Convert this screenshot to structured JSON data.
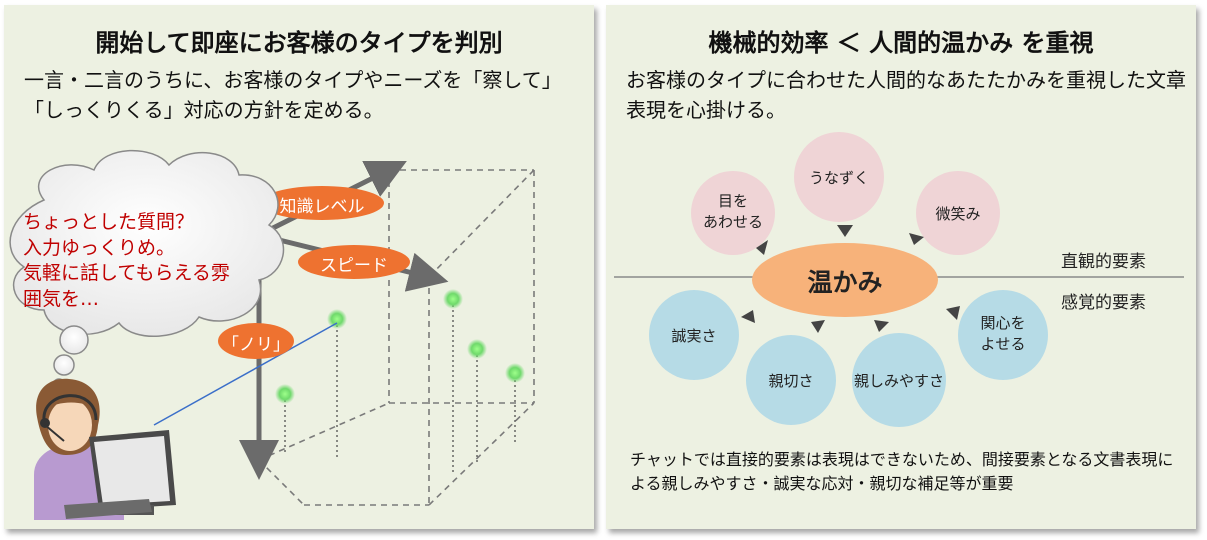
{
  "left": {
    "title": "開始して即座にお客様のタイプを判別",
    "description": "一言・二言のうちに、お客様のタイプやニーズを「察して」「しっくりくる」対応の方針を定める。",
    "thought_bubble": [
      "ちょっとした質問？",
      "入力ゆっくりめ。",
      "気軽に話してもらえる雰",
      "囲気を…"
    ],
    "axes": {
      "knowledge": "知識レベル",
      "speed": "スピード",
      "nori": "「ノリ」"
    }
  },
  "right": {
    "title": "機械的効率 ＜ 人間的温かみ を重視",
    "description": "お客様のタイプに合わせた人間的なあたたかみを重視した文章表現を心掛ける。",
    "center": "温かみ",
    "upper_label": "直観的要素",
    "lower_label": "感覚的要素",
    "upper_elements": [
      {
        "label": "目を\nあわせる"
      },
      {
        "label": "うなずく"
      },
      {
        "label": "微笑み"
      }
    ],
    "lower_elements": [
      {
        "label": "誠実さ"
      },
      {
        "label": "親切さ"
      },
      {
        "label": "親しみやすさ"
      },
      {
        "label": "関心を\nよせる"
      }
    ],
    "note": "チャットでは直接的要素は表現はできないため、間接要素となる文書表現による親しみやすさ・誠実な応対・親切な補足等が重要"
  },
  "colors": {
    "panel_bg": "#edf1e2",
    "orange": "#ee7230",
    "pink_circle": "#efd4d6",
    "blue_circle": "#b6dbe6",
    "center_oval": "#f7b27a",
    "red_text": "#c00000",
    "green_dot": "#6fd96b"
  },
  "icons": [
    "thought-bubble-icon",
    "operator-icon",
    "computer-monitor-icon"
  ]
}
